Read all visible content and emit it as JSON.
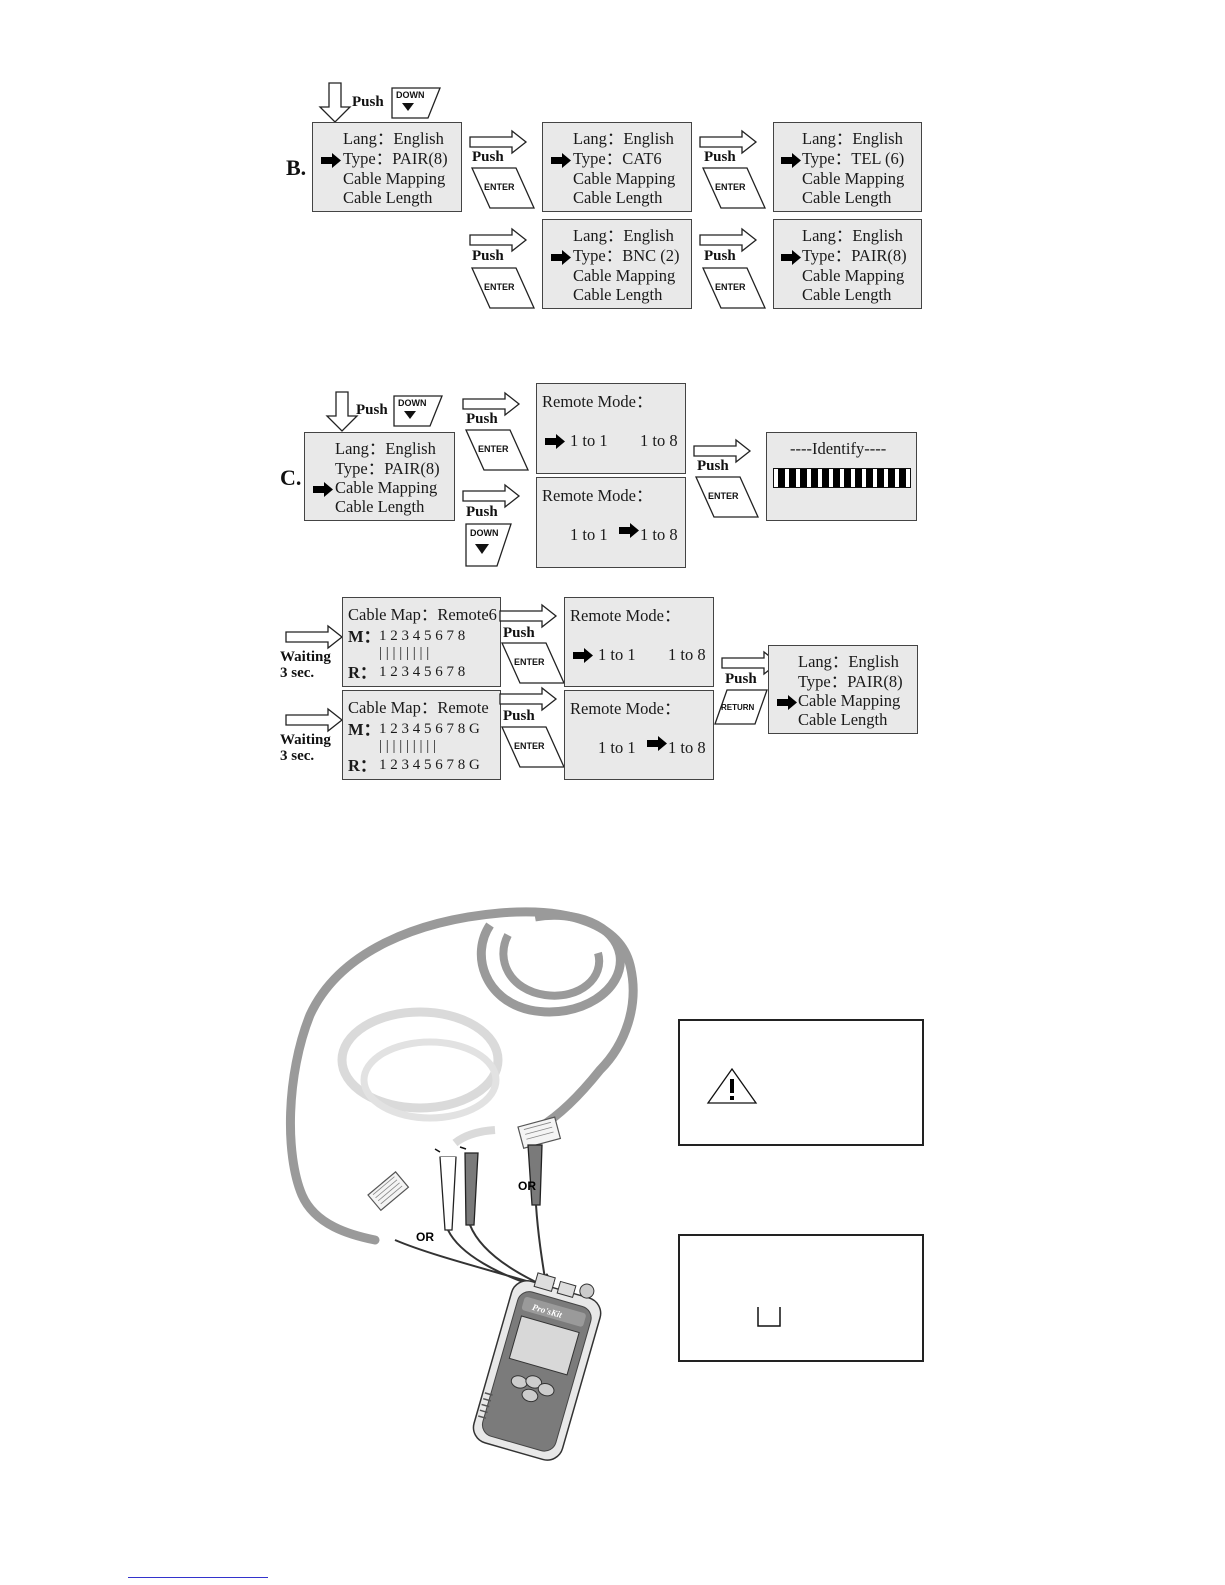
{
  "labels": {
    "push": "Push",
    "waiting_line1": "Waiting",
    "waiting_line2": "3 sec.",
    "or": "OR"
  },
  "keys": {
    "down": "DOWN",
    "enter": "ENTER",
    "return": "RETURN"
  },
  "section_b": {
    "letter": "B.",
    "screens": [
      {
        "lines": [
          "Lang：English",
          "Type：PAIR(8)",
          "Cable Mapping",
          "Cable Length"
        ]
      },
      {
        "lines": [
          "Lang：English",
          "Type：CAT6",
          "Cable Mapping",
          "Cable Length"
        ]
      },
      {
        "lines": [
          "Lang：English",
          "Type：TEL (6)",
          "Cable Mapping",
          "Cable Length"
        ]
      },
      {
        "lines": [
          "Lang：English",
          "Type：BNC (2)",
          "Cable Mapping",
          "Cable Length"
        ]
      },
      {
        "lines": [
          "Lang：English",
          "Type：PAIR(8)",
          "Cable Mapping",
          "Cable Length"
        ]
      }
    ]
  },
  "section_c": {
    "letter": "C.",
    "main_screen": {
      "lines": [
        "Lang：English",
        "Type：PAIR(8)",
        "Cable Mapping",
        "Cable Length"
      ]
    },
    "remote_mode_title": "Remote Mode：",
    "opt_1to1": "1 to 1",
    "opt_1to8": "1 to 8",
    "identify_title": "----Identify----",
    "cable_map_1": {
      "title": "Cable Map：Remote6",
      "m_label": "M：",
      "r_label": "R：",
      "m_digits": "1 2 3 4 5 6 7 8",
      "bars": "| | | | | | | |",
      "r_digits": "1 2 3 4 5 6 7 8"
    },
    "cable_map_2": {
      "title": "Cable Map：Remote",
      "m_label": "M：",
      "r_label": "R：",
      "m_digits": "1 2 3 4 5 6 7 8 G",
      "bars": "| | | | | | | | |",
      "r_digits": "1 2 3 4 5 6 7 8 G"
    },
    "final_screen": {
      "lines": [
        "Lang：English",
        "Type：PAIR(8)",
        "Cable Mapping",
        "Cable Length"
      ]
    }
  },
  "illustration": {
    "device_brand": "Pro'sKit"
  },
  "colors": {
    "screen_bg": "#e9e9e9",
    "cable_dark": "#9a9a9a",
    "cable_light": "#dadada",
    "link_line": "#3333cc"
  }
}
